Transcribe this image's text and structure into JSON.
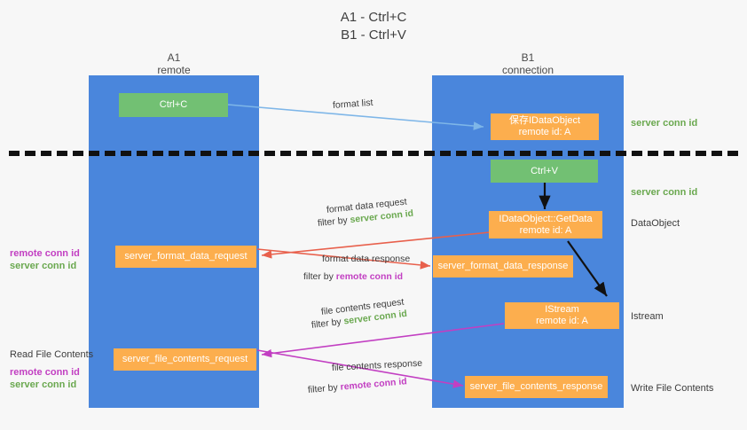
{
  "title": {
    "line1": "A1 - Ctrl+C",
    "line2": "B1 - Ctrl+V"
  },
  "colors": {
    "lane": "#4a86dc",
    "green_box": "#72c073",
    "orange_box": "#fcae4e",
    "server_conn_id": "#6aa84f",
    "remote_conn_id": "#c23fc2",
    "format_list_arrow": "#7eb6e8",
    "format_data_arrow": "#e8604c",
    "file_contents_arrow": "#c23fc2",
    "inner_arrow": "#000000",
    "divider": "#111111",
    "background": "#f7f7f7"
  },
  "columns": [
    {
      "name": "A1",
      "sub": "remote"
    },
    {
      "name": "B1",
      "sub": "connection"
    }
  ],
  "boxes": {
    "ctrl_c": {
      "line1": "Ctrl+C"
    },
    "save_idataobject": {
      "line1": "保存IDataObject",
      "line2": "remote id: A"
    },
    "ctrl_v": {
      "line1": "Ctrl+V"
    },
    "getdata": {
      "line1": "IDataObject::GetData",
      "line2": "remote id: A"
    },
    "server_format_data_request": {
      "line1": "server_format_data_request"
    },
    "server_format_data_response": {
      "line1": "server_format_data_response"
    },
    "istream": {
      "line1": "IStream",
      "line2": "remote id: A"
    },
    "server_file_contents_request": {
      "line1": "server_file_contents_request"
    },
    "server_file_contents_response": {
      "line1": "server_file_contents_response"
    }
  },
  "right_labels": {
    "server_conn_id_1": "server conn id",
    "server_conn_id_2": "server conn id",
    "dataobject": "DataObject",
    "istream": "Istream",
    "write_file_contents": "Write File Contents"
  },
  "left_labels": {
    "remote_conn_id_1": "remote conn id",
    "server_conn_id_1": "server conn id",
    "read_file_contents": "Read File Contents",
    "remote_conn_id_2": "remote conn id",
    "server_conn_id_2": "server conn id"
  },
  "edges": {
    "format_list": {
      "text": "format list"
    },
    "format_data_request": {
      "text": "format data request",
      "filter_prefix": "filter by ",
      "filter_key": "server conn id"
    },
    "format_data_response": {
      "text": "format data response",
      "filter_prefix": "filter by ",
      "filter_key": "remote conn id"
    },
    "file_contents_request": {
      "text": "file contents request",
      "filter_prefix": "filter by ",
      "filter_key": "server conn id"
    },
    "file_contents_response": {
      "text": "file contents response",
      "filter_prefix": "filter by ",
      "filter_key": "remote conn id"
    }
  }
}
